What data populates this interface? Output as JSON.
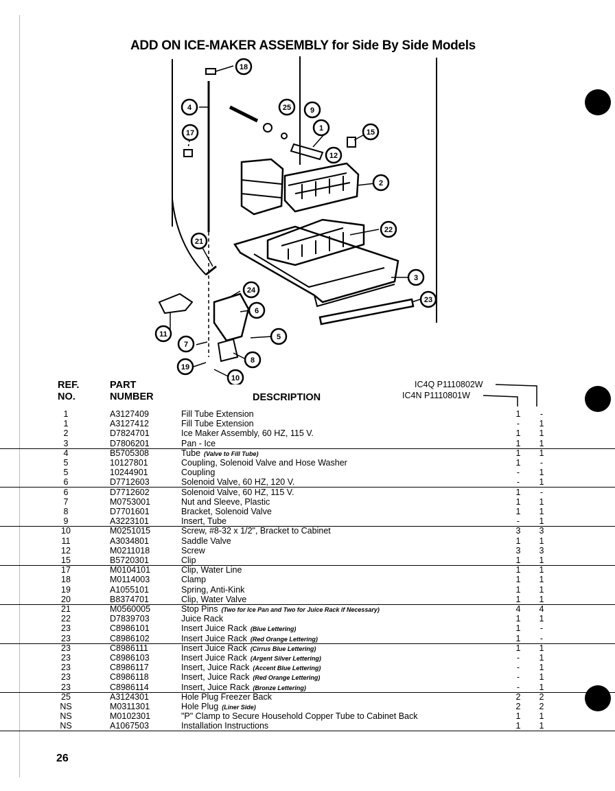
{
  "title": "ADD ON ICE-MAKER ASSEMBLY for Side By Side Models",
  "callouts": [
    "18",
    "4",
    "25",
    "9",
    "1",
    "15",
    "17",
    "12",
    "2",
    "22",
    "21",
    "3",
    "23",
    "24",
    "6",
    "11",
    "7",
    "5",
    "8",
    "19",
    "10"
  ],
  "table": {
    "hdr_ref_1": "REF.",
    "hdr_ref_2": "NO.",
    "hdr_part_1": "PART",
    "hdr_part_2": "NUMBER",
    "hdr_desc": "DESCRIPTION",
    "model_1": "IC4Q  P1110802W",
    "model_2": "IC4N  P1110801W",
    "rows": [
      {
        "ref": "1",
        "part": "A3127409",
        "desc": "Fill Tube Extension",
        "note": "",
        "q1": "1",
        "q2": "-"
      },
      {
        "ref": "1",
        "part": "A3127412",
        "desc": "Fill Tube Extension",
        "note": "",
        "q1": "-",
        "q2": "1"
      },
      {
        "ref": "2",
        "part": "D7824701",
        "desc": "Ice Maker Assembly, 60 HZ, 115 V.",
        "note": "",
        "q1": "1",
        "q2": "1"
      },
      {
        "ref": "3",
        "part": "D7806201",
        "desc": "Pan - Ice",
        "note": "",
        "q1": "1",
        "q2": "1"
      },
      {
        "ref": "4",
        "part": "B5705308",
        "desc": "Tube",
        "note": "(Valve to Fill Tube)",
        "q1": "1",
        "q2": "1"
      },
      {
        "ref": "5",
        "part": "10127801",
        "desc": "Coupling, Solenoid Valve and Hose Washer",
        "note": "",
        "q1": "1",
        "q2": "-"
      },
      {
        "ref": "5",
        "part": "10244901",
        "desc": "Coupling",
        "note": "",
        "q1": "-",
        "q2": "1"
      },
      {
        "ref": "6",
        "part": "D7712603",
        "desc": "Solenoid Valve, 60 HZ, 120 V.",
        "note": "",
        "q1": "-",
        "q2": "1"
      },
      {
        "ref": "6",
        "part": "D7712602",
        "desc": "Solenoid Valve, 60 HZ, 115 V.",
        "note": "",
        "q1": "1",
        "q2": "-"
      },
      {
        "ref": "7",
        "part": "M0753001",
        "desc": "Nut and Sleeve, Plastic",
        "note": "",
        "q1": "1",
        "q2": "1"
      },
      {
        "ref": "8",
        "part": "D7701601",
        "desc": "Bracket, Solenoid Valve",
        "note": "",
        "q1": "1",
        "q2": "1"
      },
      {
        "ref": "9",
        "part": "A3223101",
        "desc": "Insert, Tube",
        "note": "",
        "q1": "-",
        "q2": "1"
      },
      {
        "ref": "10",
        "part": "M0251015",
        "desc": "Screw, #8-32 x 1/2\", Bracket to Cabinet",
        "note": "",
        "q1": "3",
        "q2": "3"
      },
      {
        "ref": "11",
        "part": "A3034801",
        "desc": "Saddle Valve",
        "note": "",
        "q1": "1",
        "q2": "1"
      },
      {
        "ref": "12",
        "part": "M0211018",
        "desc": "Screw",
        "note": "",
        "q1": "3",
        "q2": "3"
      },
      {
        "ref": "15",
        "part": "B5720301",
        "desc": "Clip",
        "note": "",
        "q1": "1",
        "q2": "1"
      },
      {
        "ref": "17",
        "part": "M0104101",
        "desc": "Clip, Water Line",
        "note": "",
        "q1": "1",
        "q2": "1"
      },
      {
        "ref": "18",
        "part": "M0114003",
        "desc": "Clamp",
        "note": "",
        "q1": "1",
        "q2": "1"
      },
      {
        "ref": "19",
        "part": "A1055101",
        "desc": "Spring, Anti-Kink",
        "note": "",
        "q1": "1",
        "q2": "1"
      },
      {
        "ref": "20",
        "part": "B8374701",
        "desc": "Clip, Water Valve",
        "note": "",
        "q1": "1",
        "q2": "1"
      },
      {
        "ref": "21",
        "part": "M0560005",
        "desc": "Stop Pins",
        "note": "(Two for Ice Pan and Two for Juice Rack if Necessary)",
        "q1": "4",
        "q2": "4"
      },
      {
        "ref": "22",
        "part": "D7839703",
        "desc": "Juice Rack",
        "note": "",
        "q1": "1",
        "q2": "1"
      },
      {
        "ref": "23",
        "part": "C8986101",
        "desc": "Insert Juice Rack",
        "note": "(Blue Lettering)",
        "q1": "1",
        "q2": "-"
      },
      {
        "ref": "23",
        "part": "C8986102",
        "desc": "Insert Juice Rack",
        "note": "(Red Orange Lettering)",
        "q1": "1",
        "q2": "-"
      },
      {
        "ref": "23",
        "part": "C8986111",
        "desc": "Insert Juice Rack",
        "note": "(Cirrus Blue Lettering)",
        "q1": "1",
        "q2": "1"
      },
      {
        "ref": "23",
        "part": "C8986103",
        "desc": "Insert Juice Rack",
        "note": "(Argent Silver Lettering)",
        "q1": "-",
        "q2": "1"
      },
      {
        "ref": "23",
        "part": "C8986117",
        "desc": "Insert, Juice Rack",
        "note": "(Accent Blue Lettering)",
        "q1": "-",
        "q2": "1"
      },
      {
        "ref": "23",
        "part": "C8986118",
        "desc": "Insert, Juice Rack",
        "note": "(Red Orange Lettering)",
        "q1": "-",
        "q2": "1"
      },
      {
        "ref": "23",
        "part": "C8986114",
        "desc": "Insert, Juice Rack",
        "note": "(Bronze Lettering)",
        "q1": "-",
        "q2": "1"
      },
      {
        "ref": "25",
        "part": "A3124301",
        "desc": "Hole Plug Freezer Back",
        "note": "",
        "q1": "2",
        "q2": "2"
      },
      {
        "ref": "NS",
        "part": "M0311301",
        "desc": "Hole Plug",
        "note": "(Liner Side)",
        "q1": "2",
        "q2": "2"
      },
      {
        "ref": "NS",
        "part": "M0102301",
        "desc": "\"P\" Clamp to Secure Household Copper Tube to Cabinet Back",
        "note": "",
        "q1": "1",
        "q2": "1"
      },
      {
        "ref": "NS",
        "part": "A1067503",
        "desc": "Installation Instructions",
        "note": "",
        "q1": "1",
        "q2": "1"
      }
    ]
  },
  "page_number": "26"
}
